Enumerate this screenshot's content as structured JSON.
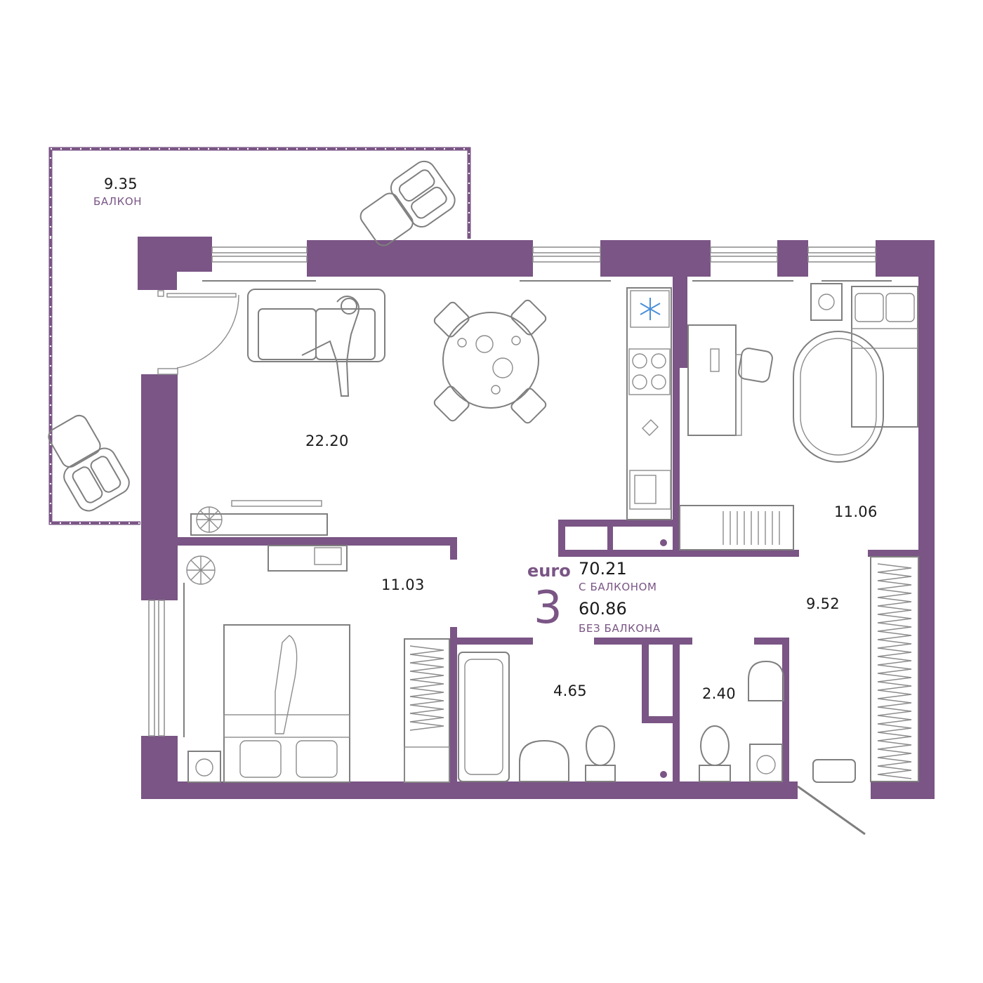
{
  "balcony": {
    "area": "9.35",
    "label": "БАЛКОН"
  },
  "rooms": [
    {
      "id": "living-kitchen",
      "area": "22.20"
    },
    {
      "id": "bedroom-left",
      "area": "11.03"
    },
    {
      "id": "bedroom-right",
      "area": "11.06"
    },
    {
      "id": "hallway",
      "area": "9.52"
    },
    {
      "id": "bathroom",
      "area": "4.65"
    },
    {
      "id": "toilet",
      "area": "2.40"
    }
  ],
  "summary": {
    "prefix": "euro",
    "rooms_count": "3",
    "total_with_balcony": "70.21",
    "with_balcony_label": "С БАЛКОНОМ",
    "total_without_balcony": "60.86",
    "without_balcony_label": "БЕЗ БАЛКОНА"
  },
  "colors": {
    "wall": "#7a5585",
    "lines": "#7f7f7f",
    "background": "#ffffff",
    "freezer_icon": "#4a90d9"
  },
  "icons": [
    "snowflake-icon",
    "armchair-icon",
    "sofa-icon",
    "dining-table-icon",
    "stove-icon",
    "sink-icon",
    "bed-icon",
    "bathtub-icon",
    "toilet-icon",
    "washing-machine-icon",
    "plant-icon",
    "desk-icon",
    "wardrobe-icon",
    "tv-icon"
  ]
}
